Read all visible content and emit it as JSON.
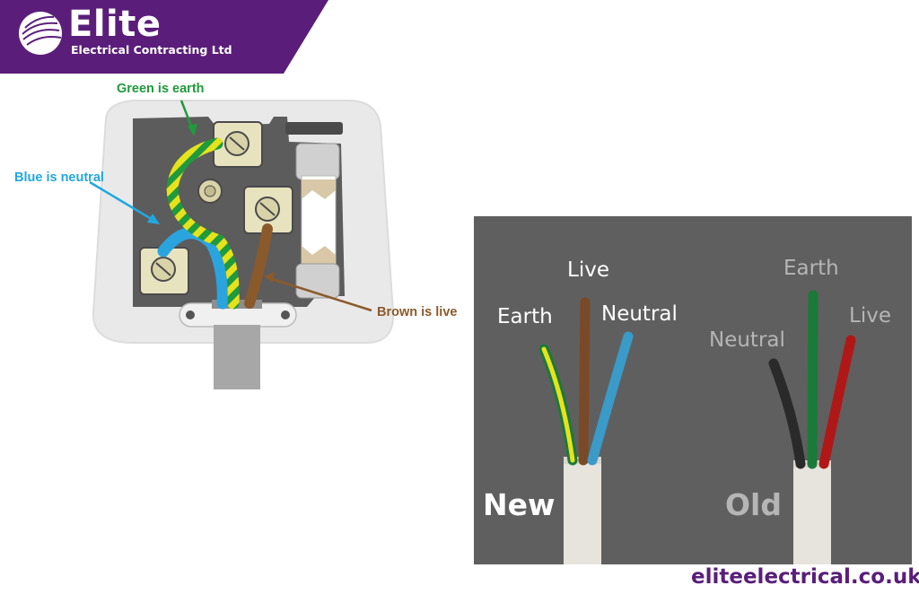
{
  "brand": {
    "name": "Elite",
    "subtitle": "Electrical Contracting Ltd",
    "color": "#5a1e7a"
  },
  "plug_labels": {
    "earth": "Green is earth",
    "neutral": "Blue is neutral",
    "live": "Brown is live"
  },
  "label_colors": {
    "earth": "#1f9a3c",
    "neutral": "#21a8e0",
    "live": "#8b5a2b"
  },
  "cable_panel": {
    "new": {
      "title": "New",
      "labels": {
        "earth": "Earth",
        "live": "Live",
        "neutral": "Neutral"
      },
      "wire_colors": {
        "earth": "#c8c21a",
        "live": "#7a4a28",
        "neutral": "#3a9ac8"
      }
    },
    "old": {
      "title": "Old",
      "labels": {
        "earth": "Earth",
        "live": "Live",
        "neutral": "Neutral"
      },
      "wire_colors": {
        "earth": "#1a7a3a",
        "live": "#b01818",
        "neutral": "#2a2a2a"
      }
    }
  },
  "footer": {
    "url": "eliteelectrical.co.uk"
  }
}
